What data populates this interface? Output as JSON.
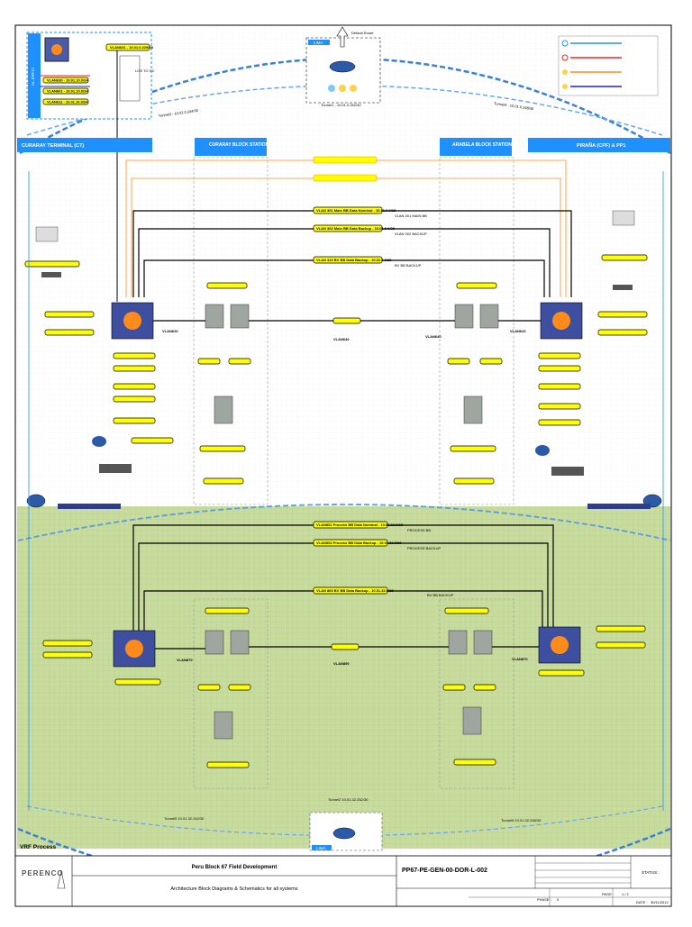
{
  "top": {
    "lima_label": "LIMA",
    "default_route": "Default\nRoute",
    "tunnel_top": "Tunnel1 - 10.01.0.252/30",
    "tunnel_left": "Tunnel3 - 10.01.0.244/30",
    "tunnel_right": "Tunnel4 - 10.01.0.248/30",
    "left_box_vlans": [
      "VLAN631 - 10.01.0.225/29",
      "VLAN630 - 10.01.10.0/24",
      "VLAN601 - 10.01.10.0/24",
      "VLAN611 - 10.01.10.0/24"
    ],
    "left_box_side": "AL ERFCI",
    "left_box_note": "LOS\nTO\nGC"
  },
  "sections": {
    "curaray_terminal": "CURARAY TERMINAL (CT)",
    "curaray_bs": "CURARAY\nBLOCK STATION",
    "arabela_bs": "ARABELA\nBLOCK STATION",
    "pirana": "PIRAÑA (CPF) & PP1"
  },
  "upper_links": [
    {
      "label": "VLAN 301 Main BB Data Nominal - 10.01.0.0/28",
      "note": "VLAN 301 MAIN BB"
    },
    {
      "label": "VLAN 302 Main BB Data Backup - 10.01.0.0/28",
      "note": "VLAN 302 BACKUP"
    },
    {
      "label": "VLAN 310 BV BB Data Backup - 10.01.0.0/28",
      "note": "BV BB BACKUP"
    }
  ],
  "upper_mid": {
    "vlan_left": "VLAN620",
    "vlan_center": "VLAN640",
    "vlan_right": "VLAN640",
    "vlan_r2": "VLAN620"
  },
  "lower_links": [
    {
      "label": "VLAN851 Process BB Data Nominal - 10.01.32.0/28",
      "note": "PROCESS BB"
    },
    {
      "label": "VLAN852 Process BB Data Backup - 10.01.32.0/28",
      "note": "PROCESS BACKUP"
    },
    {
      "label": "VLAN 860 BV BB Data Backup - 10.01.32.0/28",
      "note": "BV BB BACKUP"
    }
  ],
  "lower_mid": {
    "vlan_left": "VLAN870",
    "vlan_center": "VLAN850",
    "vlan_right": "VLAN870"
  },
  "bottom": {
    "tunnel2": "Tunnel2 10.01.32.252/30",
    "tunnel5": "Tunnel5 10.01.32.244/30",
    "tunnel6": "Tunnel6 10.01.32.248/30",
    "lima": "LIMA",
    "vrf": "VRF Process"
  },
  "title_block": {
    "company": "PERENCO",
    "project": "Peru Block 67 Field Development",
    "subtitle": "Architecture Block Diagrams & Schematics for all systems",
    "doc_no": "PP67-PE-GEN-00-DOR-L-002",
    "status_label": "STATUS :",
    "phase_label": "PHASE :",
    "phase": "0",
    "page_label": "PAGE :",
    "page": "1 / 2",
    "date_label": "DATE :",
    "date": "30/11/2012"
  },
  "colors": {
    "section_blue": "#1e90ff",
    "vlan_yellow": "#ffff00",
    "lower_green": "#c8dca0",
    "arc_blue": "#3a7fd8",
    "orange": "#ff8c1a"
  }
}
